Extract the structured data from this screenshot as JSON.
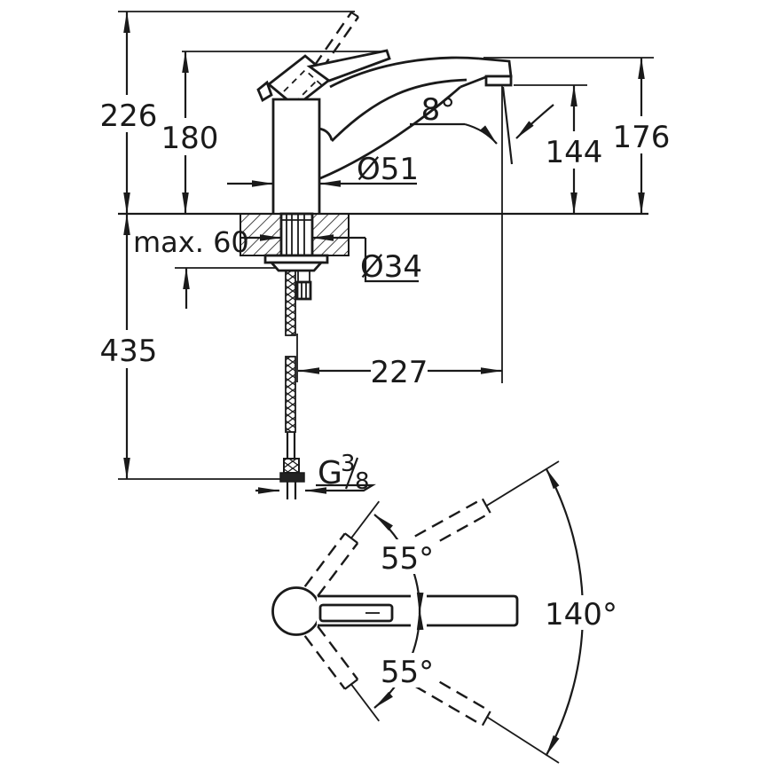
{
  "diagram": {
    "type": "technical-drawing",
    "subject": "single-lever kitchen sink mixer faucet installation dimensions",
    "background_color": "#ffffff",
    "line_color": "#1a1a1a",
    "side_view": {
      "labels": {
        "height_overall": "226",
        "height_lever": "180",
        "height_spout_top": "176",
        "height_outlet": "144",
        "spray_angle": "8°",
        "body_diameter": "Ø51",
        "deck_thickness": "max. 60",
        "shank_diameter": "Ø34",
        "hose_drop": "435",
        "spout_reach": "227",
        "thread": {
          "prefix": "G",
          "numerator": "3",
          "denominator": "8"
        }
      }
    },
    "top_view": {
      "labels": {
        "swivel_up": "55°",
        "swivel_down": "55°",
        "swivel_total": "140°"
      }
    }
  }
}
